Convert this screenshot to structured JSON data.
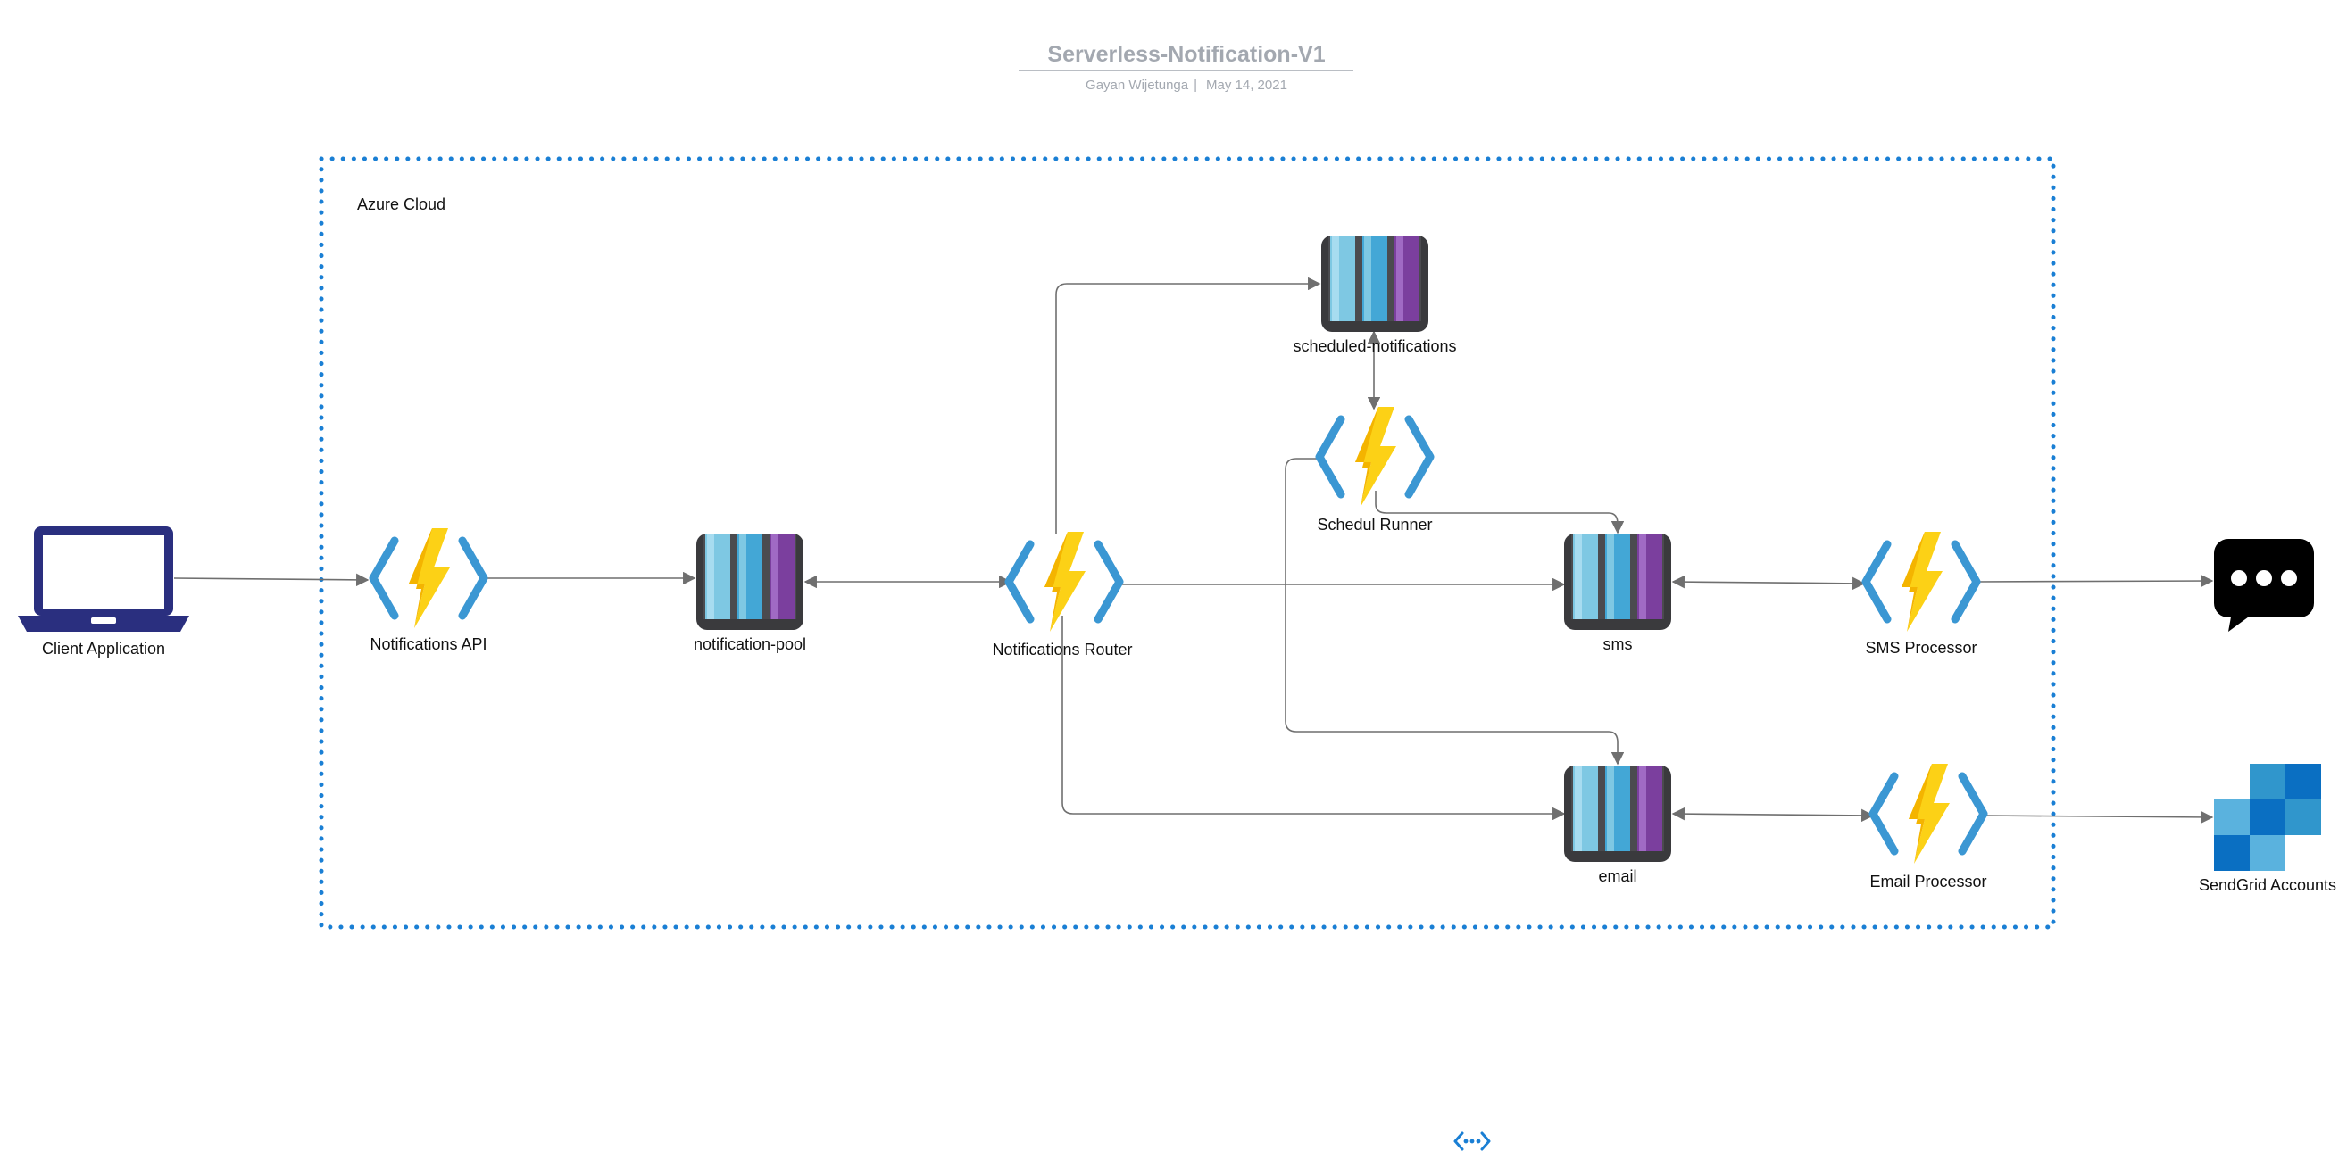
{
  "header": {
    "title": "Serverless-Notification-V1",
    "author": "Gayan Wijetunga",
    "separator": "|",
    "date": "May 14, 2021"
  },
  "boundary": {
    "label": "Azure Cloud"
  },
  "nodes": {
    "client_application": "Client Application",
    "notifications_api": "Notifications API",
    "notification_pool": "notification-pool",
    "notifications_router": "Notifications Router",
    "scheduled_notifications": "scheduled-notifications",
    "schedul_runner": "Schedul Runner",
    "sms": "sms",
    "sms_processor": "SMS Processor",
    "email": "email",
    "email_processor": "Email Processor",
    "sendgrid_accounts": "SendGrid Accounts"
  },
  "icons": {
    "function": "azure-function-icon",
    "queue": "storage-queue-icon",
    "client": "laptop-icon",
    "chat": "chat-bubble-icon",
    "sendgrid": "sendgrid-logo-icon",
    "footer": "virtual-network-icon"
  },
  "colors": {
    "boundary": "#1a7fd4",
    "laptop": "#2a2f7f",
    "bolt": "#fcd116",
    "function_bracket": "#3b97d3",
    "queue_frame": "#3a3a3d",
    "queue_light": "#7ec8e3",
    "queue_mid": "#43a7d6",
    "queue_purple": "#7b3f9e",
    "connector": "#6f6f6f",
    "title_gray": "#a3a8b0"
  }
}
